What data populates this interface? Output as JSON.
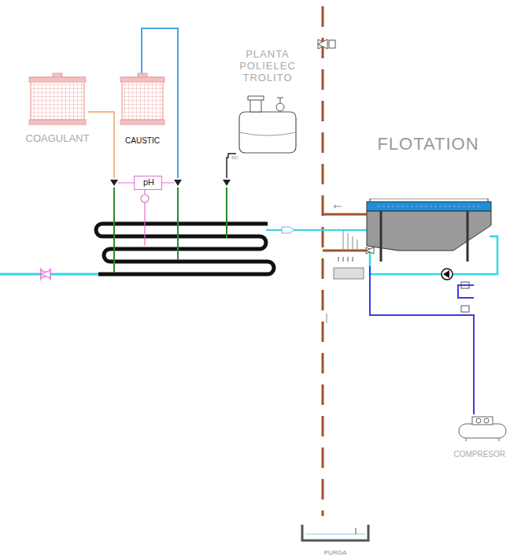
{
  "diagram": {
    "nodes": [
      {
        "text": [
          "COAGULANT"
        ]
      },
      {
        "text": [
          "CAUSTIC"
        ]
      },
      {
        "text": [
          "PLANTA POLIELEC TROLITO"
        ]
      },
      {
        "text": [
          "FLOTATION"
        ]
      },
      {
        "text": [
          "pH"
        ]
      },
      {
        "text": [
          "COMPRESOR"
        ]
      },
      {
        "text": [
          "PURGA"
        ]
      }
    ],
    "edges": [
      {
        "from": 5,
        "to": 3,
        "arrow": "none"
      }
    ],
    "labels": [
      "BD"
    ]
  }
}
